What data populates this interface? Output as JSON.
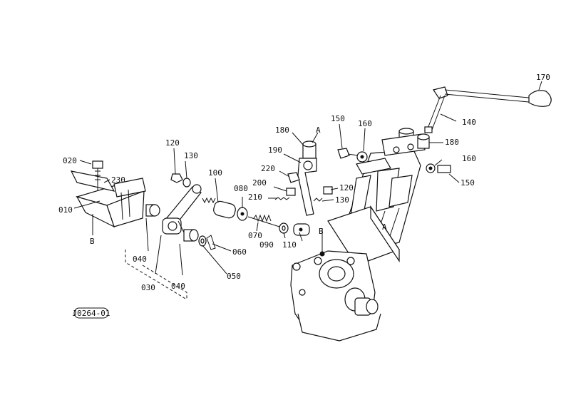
{
  "diagram": {
    "drawing_id": "J0264-01",
    "callouts": {
      "p010": "010",
      "p020": "020",
      "p030": "030",
      "p040a": "040",
      "p040b": "040",
      "p050": "050",
      "p060": "060",
      "p070": "070",
      "p080": "080",
      "p090": "090",
      "p100": "100",
      "p110": "110",
      "p120a": "120",
      "p120b": "120",
      "p130a": "130",
      "p130b": "130",
      "p140": "140",
      "p150a": "150",
      "p150b": "150",
      "p160a": "160",
      "p160b": "160",
      "p170": "170",
      "p180a": "180",
      "p180b": "180",
      "p190": "190",
      "p200": "200",
      "p210": "210",
      "p220": "220",
      "p230": "230"
    },
    "refs": {
      "refA1": "A",
      "refA2": "A",
      "refB1": "B",
      "refB2": "B"
    }
  }
}
